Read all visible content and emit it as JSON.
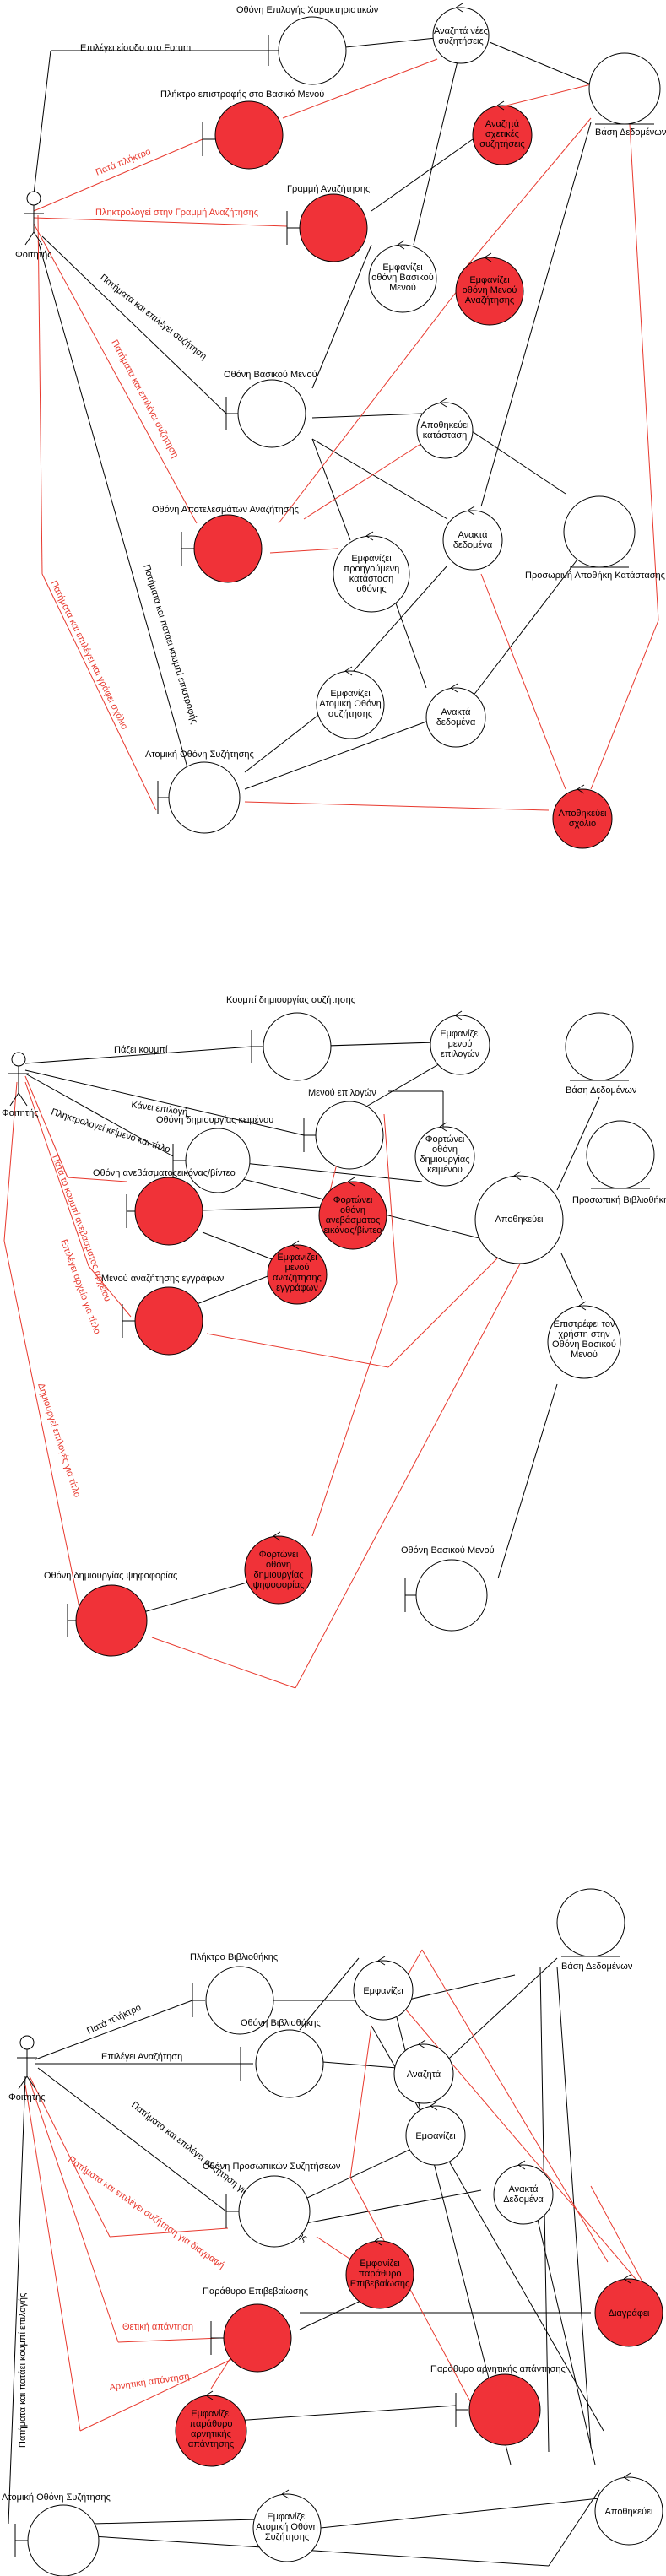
{
  "colors": {
    "highlight": "#f03238",
    "red_line": "#e8392e",
    "stroke": "#000000",
    "fill": "#ffffff"
  },
  "diagram1": {
    "actor": "Φοιτητής",
    "boundaries": {
      "char_screen": "Οθόνη Επιλογής Χαρακτηριστικών",
      "back_key": "Πλήκτρο επιστροφής στο Βασικό Μενού",
      "search_line": "Γραμμή Αναζήτησης",
      "main_menu": "Οθόνη Βασικού Μενού",
      "results_screen": "Οθόνη Αποτελεσμάτων Αναζήτησης",
      "chat_screen": "Ατομική Οθόνη Συζήτησης"
    },
    "controls": {
      "search_new": [
        "Αναζητά νέες",
        "συζητήσεις"
      ],
      "search_relevant": [
        "Αναζητά",
        "σχετικές",
        "συζητήσεις"
      ],
      "show_main": [
        "Εμφανίζει",
        "οθόνη Βασικού",
        "Μενού"
      ],
      "show_search_menu": [
        "Εμφανίζει",
        "οθόνη Μενού",
        "Αναζήτησης"
      ],
      "save_state": [
        "Αποθηκεύει",
        "κατάσταση"
      ],
      "retrieve_data1": [
        "Ανακτά",
        "δεδομένα"
      ],
      "show_prev_state": [
        "Εμφανίζει",
        "προηγούμενη",
        "κατάσταση",
        "οθόνης"
      ],
      "show_chat": [
        "Εμφανίζει",
        "Ατομική Οθόνη",
        "συζήτησης"
      ],
      "retrieve_data2": [
        "Ανακτά",
        "δεδομένα"
      ],
      "save_comment": [
        "Αποθηκεύει",
        "σχόλιο"
      ]
    },
    "entities": {
      "db": "Βάση Δεδομένων",
      "temp_store": "Προσωρινή Αποθήκη Κατάστασης"
    },
    "edges": {
      "enter_forum": "Επιλέγει είσοδο στο Forum",
      "press_key": "Πατά πλήκτρο",
      "type_line": "Πληκτρολογεί στην Γραμμή Αναζήτησης",
      "select_chat": "Πατήματα και επιλέγει συζήτηση",
      "press_select_chat": "Πατήματα και επιλέγει συζήτηση",
      "press_back": "Πατήματα και πατάει κουμπί επιστροφής",
      "press_comment": "Πατήματα και επιλέγει και γράφει σχόλιο"
    }
  },
  "diagram2": {
    "actor": "Φοιτητής",
    "boundaries": {
      "create_button": "Κουμπί δημιουργίας συζήτησης",
      "options_menu": "Μενού επιλογών",
      "create_text_screen": "Οθόνη δημιουργίας κειμένου",
      "upload_screen": "Οθόνη ανεβάσματοςεικόνας/βίντεο",
      "search_files_menu": "Μενού αναζήτησης εγγράφων",
      "poll_screen": "Οθόνη δημιουργίας ψηφοφορίας",
      "main_menu": "Οθόνη Βασικού Μενού"
    },
    "controls": {
      "show_options": [
        "Εμφανίζει",
        "μενού",
        "επιλογών"
      ],
      "load_text": [
        "Φορτώνει",
        "οθόνη",
        "δημιουργίας",
        "κειμένου"
      ],
      "load_upload": [
        "Φορτώνει",
        "οθόνη",
        "ανεβάσματος",
        "εικόνας/βίντεο"
      ],
      "show_search_files": [
        "Εμφανίζει",
        "μενού",
        "αναζήτησης",
        "εγγράφων"
      ],
      "saves": "Αποθηκεύει",
      "return_main": [
        "Επιστρέφει τον",
        "χρήστη στην",
        "Οθόνη Βασικού",
        "Μενού"
      ],
      "load_poll": [
        "Φορτώνει",
        "οθόνη",
        "δημιουργίας",
        "ψηφοφορίας"
      ]
    },
    "entities": {
      "db": "Βάση Δεδομένων",
      "personal_library": "Προσωπική Βιβλιοθήκη"
    },
    "edges": {
      "press_button": "Πάζει κουμπί",
      "choose_option": "Κάνει επιλογή",
      "type_text": "Πληκτρολογεί κείμενο και τίτλο",
      "press_upload": "Πατά το κουμπί ανεβάσματος αρχείου",
      "choose_file": "Επιλέγει αρχείο για τίτλο",
      "create_poll": "Δημιουργεί επιλογές για τίτλο"
    }
  },
  "diagram3": {
    "actor": "Φοιτητής",
    "boundaries": {
      "library_key": "Πλήκτρο Βιβλιοθήκης",
      "library_screen": "Οθόνη Βιβλιοθήκης",
      "personal_chats": "Οθόνη Προσωπικών Συζητήσεων",
      "confirm_window": "Παράθυρο Επιβεβαίωσης",
      "negative_window": "Παράθυρο αρνητικής απάντησης",
      "chat_screen": "Ατομική Οθόνη Συζήτησης"
    },
    "controls": {
      "show1": "Εμφανίζει",
      "search": "Αναζητά",
      "show2": "Εμφανίζει",
      "retrieve": [
        "Ανακτά",
        "Δεδομένα"
      ],
      "show_confirm": [
        "Εμφανίζει",
        "παράθυρο",
        "Επιβεβαίωσης"
      ],
      "delete": "Διαγράφει",
      "show_negative": [
        "Εμφανίζει",
        "παράθυρο",
        "αρνητικής",
        "απάντησης"
      ],
      "show_chat": [
        "Εμφανίζει",
        "Ατομική Οθόνη",
        "Συζήτησης"
      ],
      "saves": "Αποθηκεύει"
    },
    "entities": {
      "db": "Βάση Δεδομένων"
    },
    "edges": {
      "press_key": "Πατά πλήκτρο",
      "choose_search": "Επιλέγει Αναζήτηση",
      "press_select": "Πατήματα και επιλέγει συζήτηση για επιλογή επιλογής",
      "press_delete": "Πατήματα και επιλέγει συζήτηση για διαγραφή",
      "positive": "Θετική απάντηση",
      "negative": "Αρνητική απάντηση",
      "side": "Πατήματα και πατάει κουμπί επιλογής"
    }
  }
}
